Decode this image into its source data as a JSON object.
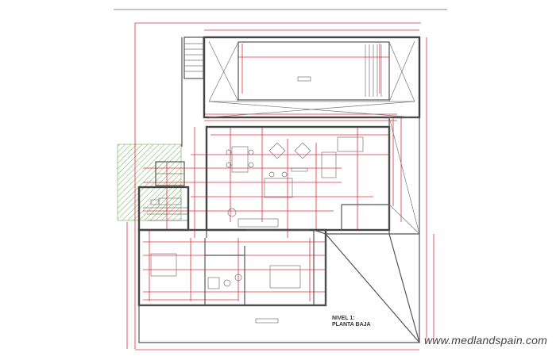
{
  "plan": {
    "level_label": "NIVEL 1:",
    "floor_name": "PLANTA BAJA"
  },
  "watermark": "www.medlandspain.com",
  "colors": {
    "walls": "#555555",
    "dimensions": "#e0303a",
    "garden_hatch": "#6ab04c"
  }
}
